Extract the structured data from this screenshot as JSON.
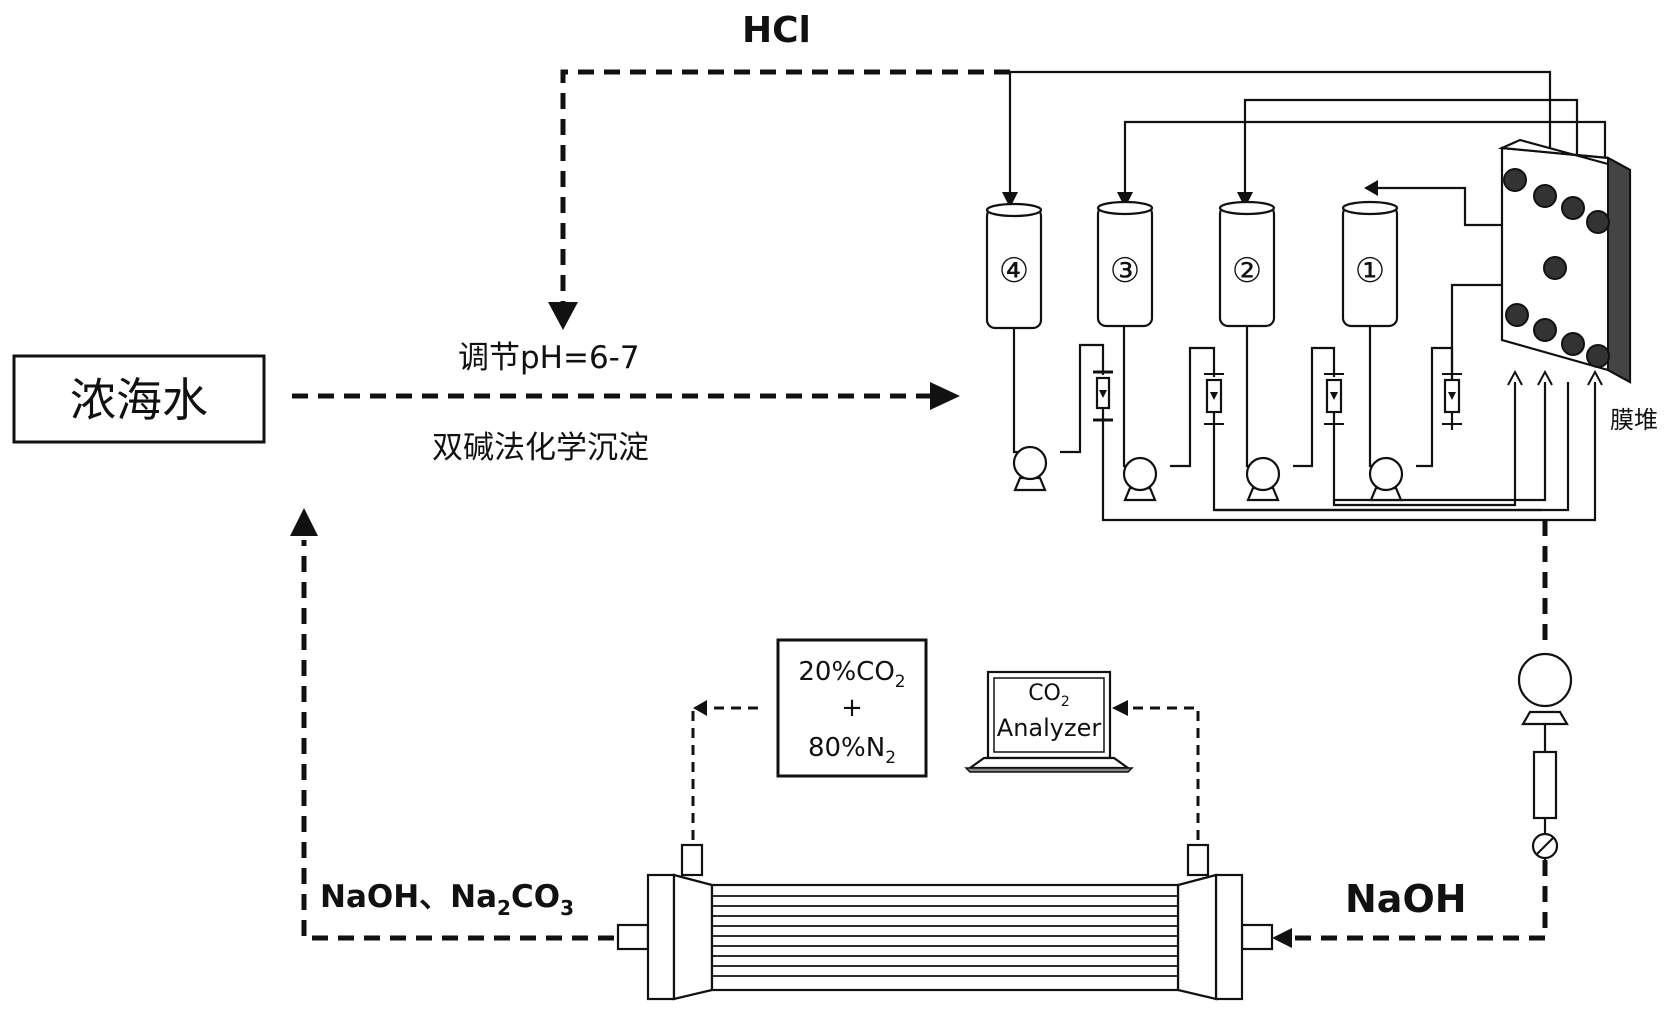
{
  "labels": {
    "hcl": "HCl",
    "concentrated_seawater": "浓海水",
    "ph_adjust": "调节pH=6-7",
    "double_alkali": "双碱法化学沉淀",
    "membrane_stack": "膜堆",
    "naoh": "NaOH",
    "naoh_na2co3": {
      "main": "NaOH、Na",
      "sub1": "2",
      "mid": "CO",
      "sub2": "3"
    },
    "gas_mix": {
      "line1_main": "20%CO",
      "line1_sub": "2",
      "line2": "+",
      "line3_main": "80%N",
      "line3_sub": "2"
    },
    "analyzer": {
      "line1_main": "CO",
      "line1_sub": "2",
      "line2": "Analyzer"
    }
  },
  "tanks": [
    {
      "label": "④"
    },
    {
      "label": "③"
    },
    {
      "label": "②"
    },
    {
      "label": "①"
    }
  ]
}
